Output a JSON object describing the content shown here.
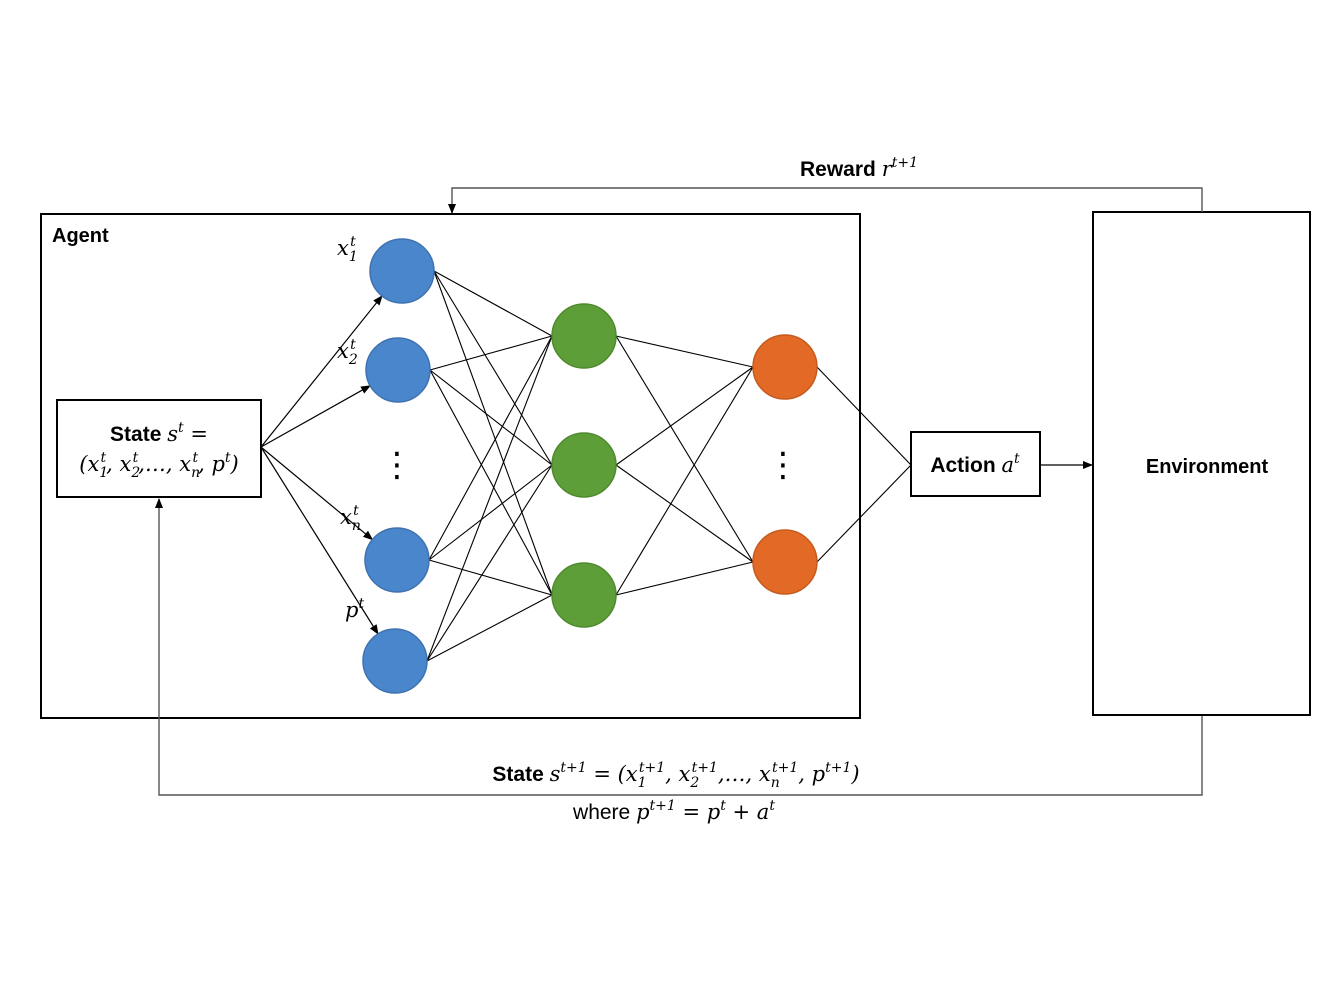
{
  "colors": {
    "input_node": "#4a86cc",
    "input_node_stroke": "#3f72b0",
    "hidden_node": "#5d9e38",
    "hidden_node_stroke": "#4f8a2e",
    "output_node": "#e26a26",
    "output_node_stroke": "#c65a1e",
    "line": "#000000",
    "feedback_line": "#555555"
  },
  "agent": {
    "label": "Agent"
  },
  "environment": {
    "label": "Environment"
  },
  "state_box": {
    "label": "State",
    "var": "s",
    "var_sup": "t",
    "eq": " =",
    "tuple": [
      {
        "t": "("
      },
      {
        "v": "x",
        "sub": "1",
        "sup": "t"
      },
      {
        "t": ", "
      },
      {
        "v": "x",
        "sub": "2",
        "sup": "t"
      },
      {
        "t": ",…, "
      },
      {
        "v": "x",
        "sub": "n",
        "sup": "t"
      },
      {
        "t": ", "
      },
      {
        "v": "p",
        "sup": "t"
      },
      {
        "t": ")"
      }
    ]
  },
  "action_box": {
    "label": "Action",
    "var": "a",
    "var_sup": "t"
  },
  "reward": {
    "label": "Reward",
    "var": "r",
    "var_sup": "t+1"
  },
  "input_labels": [
    {
      "v": "x",
      "sub": "1",
      "sup": "t"
    },
    {
      "v": "x",
      "sub": "2",
      "sup": "t"
    },
    {
      "v": "x",
      "sub": "n",
      "sup": "t"
    },
    {
      "v": "p",
      "sup": "t"
    }
  ],
  "ellipsis": "⋮",
  "next_state": {
    "label": "State",
    "var": "s",
    "var_sup": "t+1",
    "eq": " = ",
    "tuple": [
      {
        "t": "("
      },
      {
        "v": "x",
        "sub": "1",
        "sup": "t+1"
      },
      {
        "t": ", "
      },
      {
        "v": "x",
        "sub": "2",
        "sup": "t+1"
      },
      {
        "t": ",…, "
      },
      {
        "v": "x",
        "sub": "n",
        "sup": "t+1"
      },
      {
        "t": ", "
      },
      {
        "v": "p",
        "sup": "t+1"
      },
      {
        "t": ")"
      }
    ],
    "where_label": "where",
    "where_eq": [
      {
        "v": "p",
        "sup": "t+1"
      },
      {
        "t": " = "
      },
      {
        "v": "p",
        "sup": "t"
      },
      {
        "t": " + "
      },
      {
        "v": "a",
        "sup": "t"
      }
    ]
  }
}
